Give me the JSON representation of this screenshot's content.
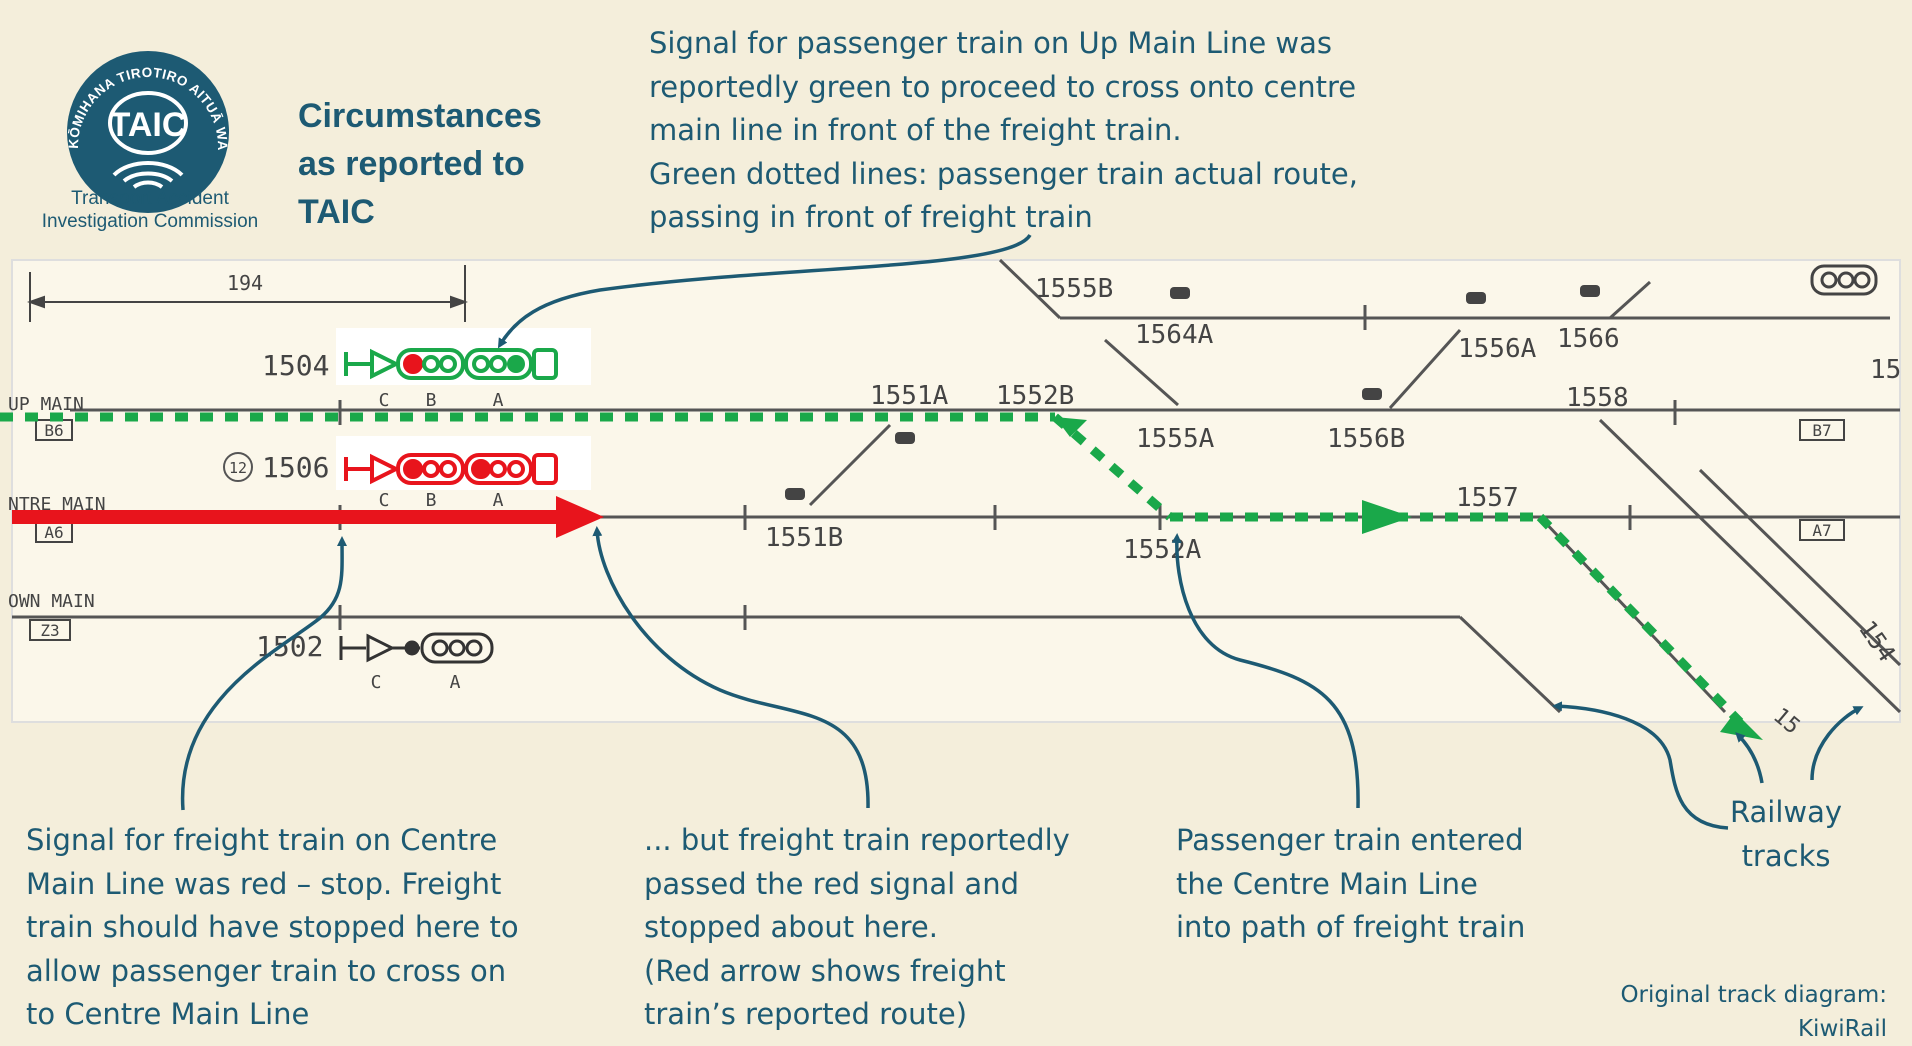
{
  "logo": {
    "ring_text": "TE KŌMIHANA TIROTIRO AITUĀ WAKA",
    "badge": "TAIC",
    "org_line1": "Transport Accident",
    "org_line2": "Investigation Commission"
  },
  "title": {
    "line1": "Circumstances",
    "line2": "as reported to",
    "line3": "TAIC"
  },
  "top_annotation": {
    "line1": "Signal for passenger train on Up Main Line was",
    "line2": "reportedly green to proceed to cross onto centre",
    "line3": "main line in front of the freight train.",
    "line4": "Green dotted lines: passenger train actual route,",
    "line5": "passing in front of freight train"
  },
  "track_diagram": {
    "dimension": "194",
    "signals": [
      "1504",
      "1506",
      "1502"
    ],
    "signal_heads": [
      "C",
      "B",
      "A"
    ],
    "signal_heads_1502": [
      "C",
      "A"
    ],
    "signal_1506_tag": "12",
    "lines": [
      "UP MAIN",
      "NTRE MAIN",
      "OWN MAIN"
    ],
    "line_codes": [
      "B6",
      "A6",
      "Z3",
      "B7",
      "A7"
    ],
    "points": [
      "1555B",
      "1564A",
      "1556A",
      "1566",
      "1551A",
      "1552B",
      "1555A",
      "1556B",
      "1558",
      "1551B",
      "1552A",
      "1557"
    ],
    "edge_labels": [
      "15",
      "15",
      "154"
    ],
    "colors": {
      "green": "#1aa84a",
      "red": "#e8141c",
      "ink": "#1d5a73",
      "track": "#555555"
    }
  },
  "bottom_annotations": {
    "freight_signal": {
      "line1": "Signal for freight train on Centre",
      "line2": "Main Line was red – stop. Freight",
      "line3": "train should have stopped here to",
      "line4": "allow passenger train to cross on",
      "line5": "to Centre Main Line"
    },
    "freight_passed": {
      "line1": "... but freight train reportedly",
      "line2": "passed the red signal and",
      "line3": "stopped about here.",
      "line4": "(Red arrow shows freight",
      "line5": "train’s reported route)"
    },
    "passenger_entered": {
      "line1": "Passenger train entered",
      "line2": "the Centre Main Line",
      "line3": "into path of freight train"
    },
    "railway_tracks": {
      "line1": "Railway",
      "line2": "tracks"
    }
  },
  "credit": {
    "line1": "Original track diagram:",
    "line2": "KiwiRail"
  }
}
